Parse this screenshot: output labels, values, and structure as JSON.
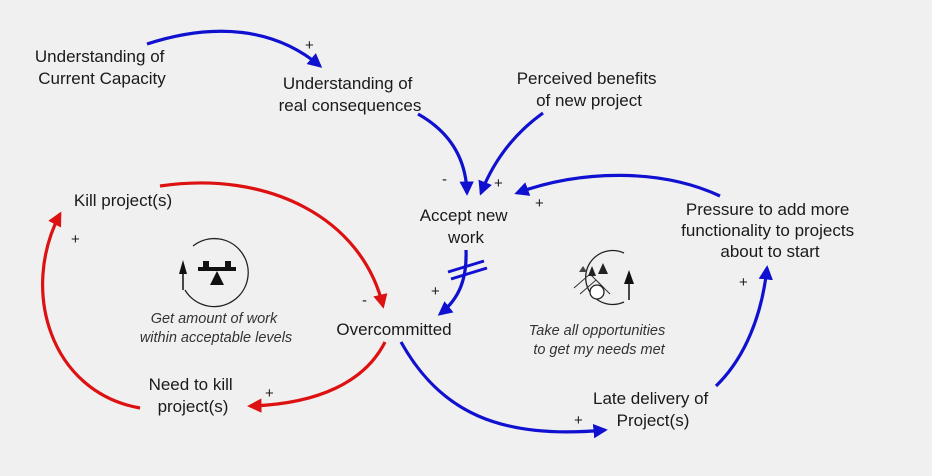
{
  "colors": {
    "background": "#f0f0f0",
    "positive_link": "#1010d0",
    "balancing_link": "#dd1111",
    "text": "#1a1a1a",
    "loop_text": "#333333"
  },
  "variables": {
    "understanding_current_capacity": [
      "Understanding of",
      "Current Capacity"
    ],
    "understanding_real_consequences": [
      "Understanding of",
      "real consequences"
    ],
    "perceived_benefits": [
      "Perceived benefits",
      "of new project"
    ],
    "accept_new_work": [
      "Accept new",
      "work"
    ],
    "pressure_functionality": [
      "Pressure to add more",
      "functionality to projects",
      "about to start"
    ],
    "kill_projects": [
      "Kill project(s)"
    ],
    "overcommitted": [
      "Overcommitted"
    ],
    "need_to_kill": [
      "Need to kill",
      "project(s)"
    ],
    "late_delivery": [
      "Late delivery of",
      "Project(s)"
    ]
  },
  "link_signs": {
    "capacity_to_consequences": "+",
    "consequences_to_accept": "-",
    "benefits_to_accept": "+",
    "pressure_to_accept": "+",
    "accept_to_overcommitted": "+",
    "kill_to_overcommitted": "-",
    "need_to_kill_to_kill": "+",
    "overcommitted_to_need": "+",
    "overcommitted_to_late": "+",
    "late_to_pressure": "+"
  },
  "loops": {
    "balancing": {
      "icon": "balance-scale-icon",
      "label": [
        "Get amount of work",
        "within acceptable levels"
      ]
    },
    "reinforcing": {
      "icon": "snowball-icon",
      "label": [
        "Take all opportunities",
        "to get my needs met"
      ]
    }
  },
  "delay_marker": "delay-icon"
}
